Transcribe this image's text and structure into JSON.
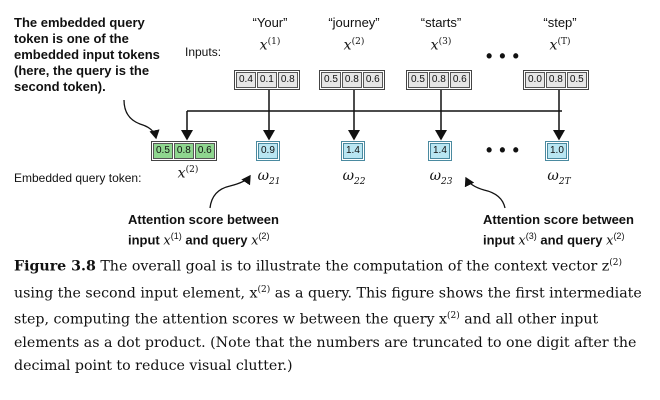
{
  "annotation_left": "The embedded query token is one of the embedded input tokens (here, the query is the second token).",
  "inputs_label": "Inputs:",
  "embedded_query_label": "Embedded query token:",
  "query_symbol": "x",
  "query_index": "(2)",
  "ellipsis": "• • •",
  "tokens": [
    {
      "word": "“Your”",
      "symbol": "x",
      "index": "(1)",
      "values": [
        "0.4",
        "0.1",
        "0.8"
      ]
    },
    {
      "word": "“journey”",
      "symbol": "x",
      "index": "(2)",
      "values": [
        "0.5",
        "0.8",
        "0.6"
      ]
    },
    {
      "word": "“starts”",
      "symbol": "x",
      "index": "(3)",
      "values": [
        "0.5",
        "0.8",
        "0.6"
      ]
    },
    {
      "word": "“step”",
      "symbol": "x",
      "index": "(T)",
      "values": [
        "0.0",
        "0.8",
        "0.5"
      ]
    }
  ],
  "query_values": [
    "0.5",
    "0.8",
    "0.6"
  ],
  "scores": [
    {
      "value": "0.9",
      "symbol": "ω",
      "sub": "21"
    },
    {
      "value": "1.4",
      "symbol": "ω",
      "sub": "22"
    },
    {
      "value": "1.4",
      "symbol": "ω",
      "sub": "23"
    },
    {
      "value": "1.0",
      "symbol": "ω",
      "sub": "2T"
    }
  ],
  "callout_left": {
    "line1": "Attention score between",
    "prefix": "input ",
    "a_index": "(1)",
    "mid": " and query ",
    "b_index": "(2)"
  },
  "callout_right": {
    "line1": "Attention score between",
    "prefix": "input ",
    "a_index": "(3)",
    "mid": " and query ",
    "b_index": "(2)"
  },
  "caption": {
    "label": "Figure 3.8",
    "p1": " The overall goal is to illustrate the computation of the context vector z",
    "sup1": "(2)",
    "p2": " using the second input element, x",
    "sup2": "(2)",
    "p3": " as a query. This figure shows the first intermediate step, computing the attention scores w between the query x",
    "sup3": "(2)",
    "p4": " and all other input elements as a dot product. (Note that the numbers are truncated to one digit after the decimal point to reduce visual clutter.)"
  }
}
